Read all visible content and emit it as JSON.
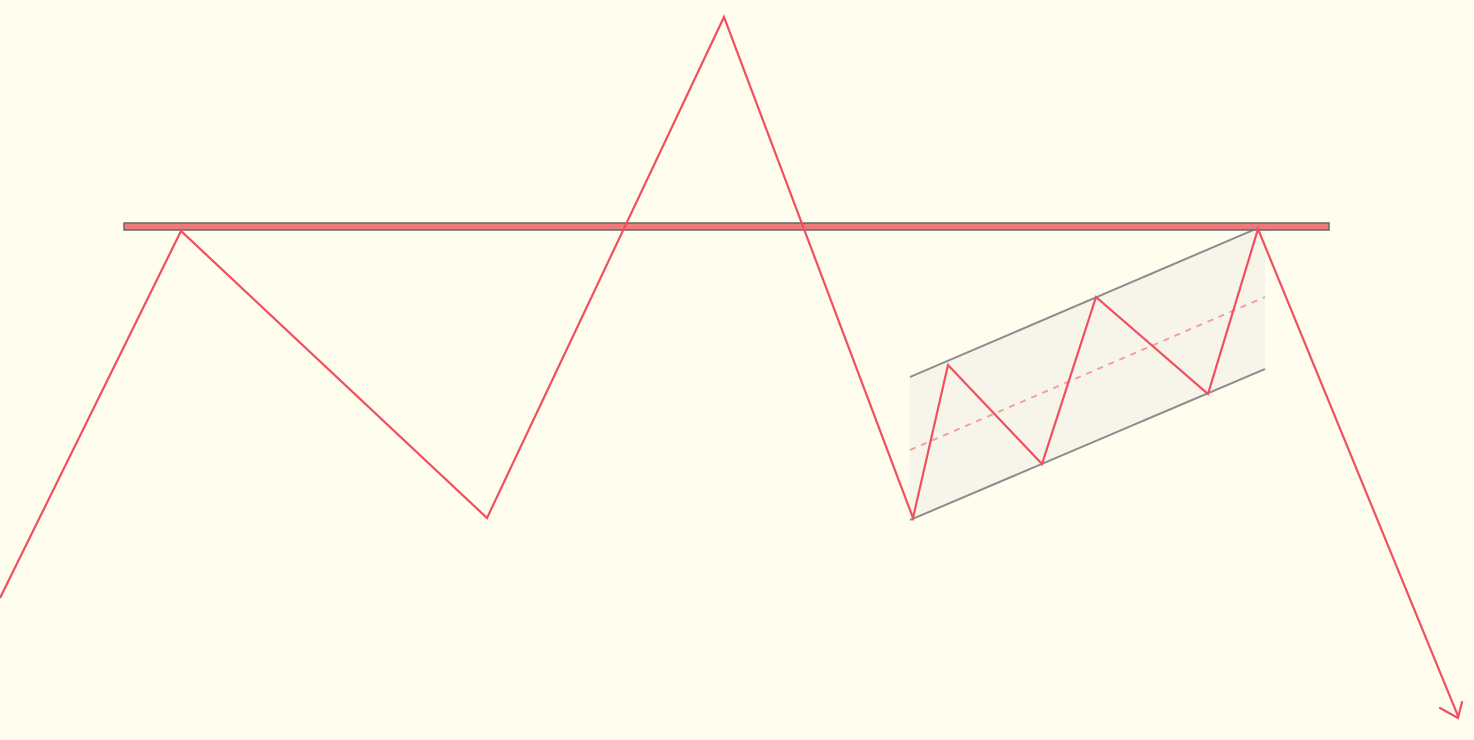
{
  "diagram": {
    "colors": {
      "background": "#fffdee",
      "price_line": "#f0505e",
      "resistance_fill": "#ef7a7e",
      "resistance_outline": "#6a6a6a",
      "channel_border": "#8a8a8a",
      "channel_fill": "#f8f6ec",
      "channel_midline": "#f59aa0"
    },
    "elements": [
      "price-path",
      "resistance-level",
      "ascending-channel",
      "channel-midline",
      "breakdown-arrow"
    ]
  }
}
